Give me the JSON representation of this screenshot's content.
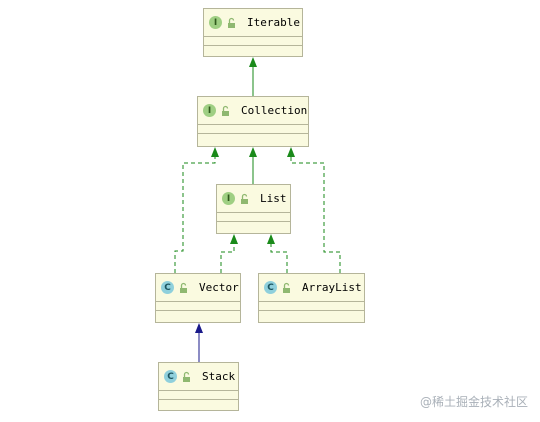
{
  "nodes": [
    {
      "id": "iterable",
      "kind": "interface",
      "badge": "I",
      "name": "Iterable"
    },
    {
      "id": "collection",
      "kind": "interface",
      "badge": "I",
      "name": "Collection"
    },
    {
      "id": "list",
      "kind": "interface",
      "badge": "I",
      "name": "List"
    },
    {
      "id": "vector",
      "kind": "class",
      "badge": "C",
      "name": "Vector"
    },
    {
      "id": "arraylist",
      "kind": "class",
      "badge": "C",
      "name": "ArrayList"
    },
    {
      "id": "stack",
      "kind": "class",
      "badge": "C",
      "name": "Stack"
    }
  ],
  "edges": [
    {
      "from": "collection",
      "to": "iterable",
      "style": "solid-green"
    },
    {
      "from": "list",
      "to": "collection",
      "style": "solid-green"
    },
    {
      "from": "vector",
      "to": "collection",
      "style": "dashed-green"
    },
    {
      "from": "arraylist",
      "to": "collection",
      "style": "dashed-green"
    },
    {
      "from": "vector",
      "to": "list",
      "style": "dashed-green"
    },
    {
      "from": "arraylist",
      "to": "list",
      "style": "dashed-green"
    },
    {
      "from": "stack",
      "to": "vector",
      "style": "solid-navy"
    }
  ],
  "colors": {
    "inherit_green": "#1a8a1a",
    "extends_navy": "#1a1a8a",
    "node_fill": "#fafae0"
  },
  "watermark": "@稀土掘金技术社区"
}
